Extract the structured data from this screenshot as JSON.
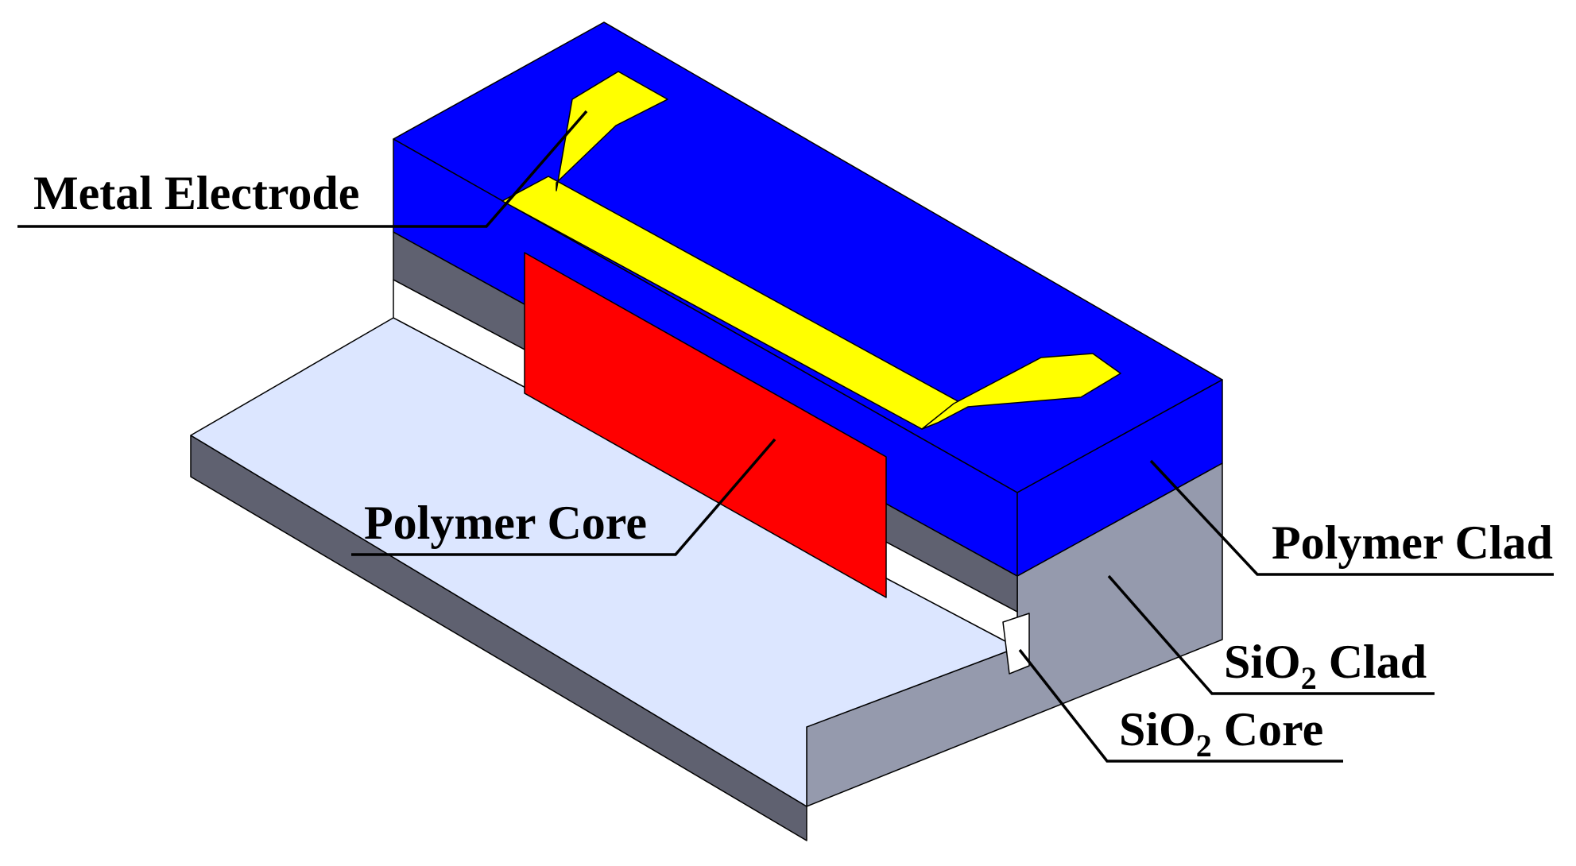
{
  "labels": {
    "metal_electrode": "Metal Electrode",
    "polymer_core": "Polymer Core",
    "polymer_clad": "Polymer Clad",
    "sio2_clad": {
      "prefix": "SiO",
      "subscript": "2",
      "suffix": " Clad"
    },
    "sio2_core": {
      "prefix": "SiO",
      "subscript": "2",
      "suffix": " Core"
    }
  },
  "colors": {
    "polymer_clad": "#0000FF",
    "polymer_core": "#FF0000",
    "metal_electrode": "#FFFF00",
    "sio2_clad_top": "#DCE6FF",
    "sio2_clad_side_dark": "#5F6170",
    "sio2_clad_side_light": "#959AAD",
    "sio2_core": "#FFFFFF"
  }
}
